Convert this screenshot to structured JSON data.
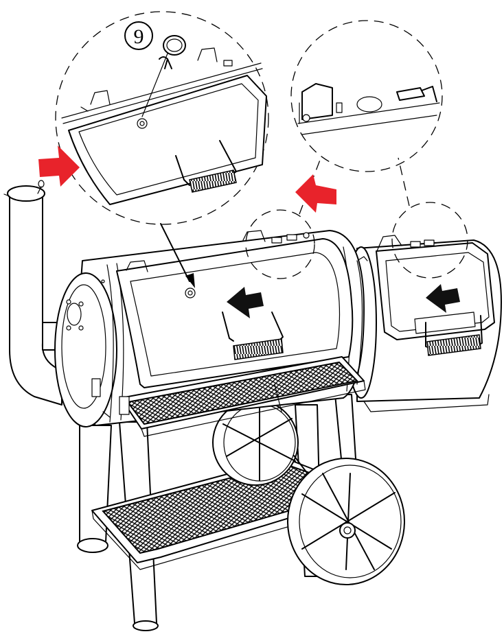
{
  "diagram": {
    "part_callout": "9",
    "colors": {
      "line": "#000000",
      "background": "#ffffff",
      "highlight_arrow": "#e8232b",
      "direction_arrow": "#111111"
    },
    "icons": [
      "red-pointer-arrow",
      "black-direction-arrow",
      "thermometer-gauge",
      "spring-handle",
      "wire-mesh-grate",
      "wagon-wheel"
    ]
  }
}
